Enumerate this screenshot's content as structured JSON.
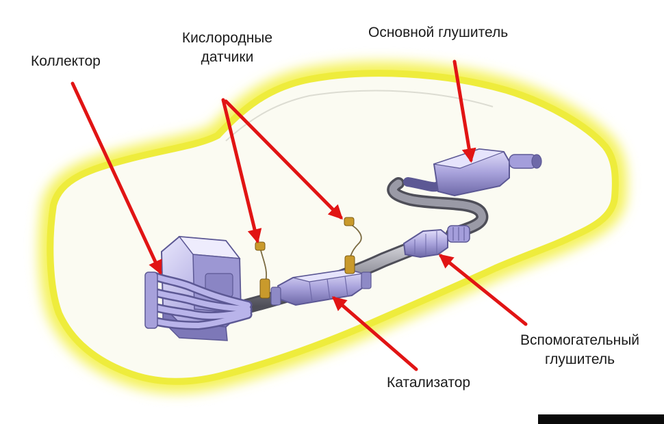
{
  "labels": {
    "collector": "Коллектор",
    "oxygen_line1": "Кислородные",
    "oxygen_line2": "датчики",
    "main_muffler": "Основной глушитель",
    "aux_line1": "Вспомогательный",
    "aux_line2": "глушитель",
    "catalyst": "Катализатор"
  },
  "colors": {
    "car_glow": "#f4f25a",
    "car_fill": "#fbfbf2",
    "pipe_purple": "#b4aee4",
    "pipe_dark": "#5c5894",
    "arrow_red": "#e11414",
    "sensor_gold": "#c99a2c"
  }
}
